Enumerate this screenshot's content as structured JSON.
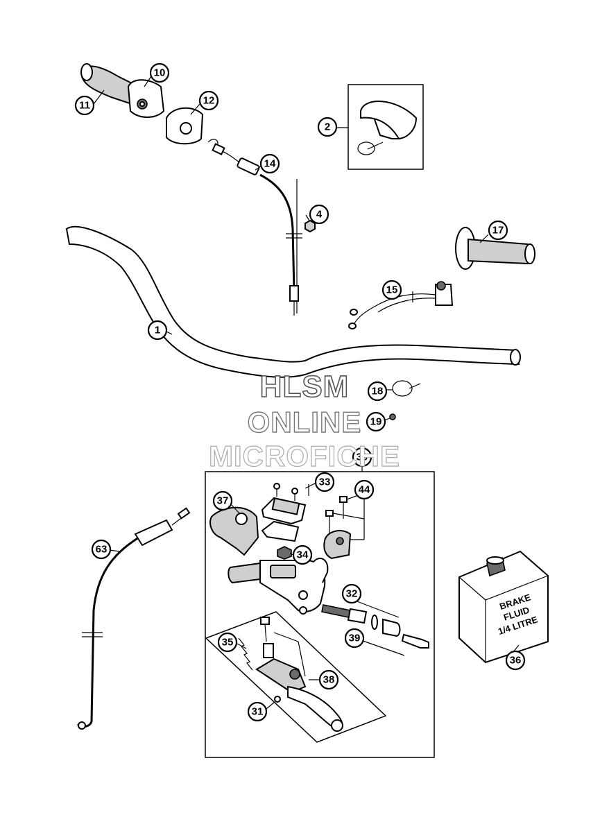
{
  "watermark": {
    "line1": "HLSM",
    "line2": "ONLINE",
    "line3": "MICROFICHE"
  },
  "container_label": {
    "line1": "BRAKE",
    "line2": "FLUID",
    "line3": "1/4 LITRE"
  },
  "callouts": [
    {
      "id": "c1",
      "label": "1"
    },
    {
      "id": "c2",
      "label": "2"
    },
    {
      "id": "c4",
      "label": "4"
    },
    {
      "id": "c10",
      "label": "10"
    },
    {
      "id": "c11",
      "label": "11"
    },
    {
      "id": "c12",
      "label": "12"
    },
    {
      "id": "c14",
      "label": "14"
    },
    {
      "id": "c15",
      "label": "15"
    },
    {
      "id": "c17",
      "label": "17"
    },
    {
      "id": "c18",
      "label": "18"
    },
    {
      "id": "c19",
      "label": "19"
    },
    {
      "id": "c30",
      "label": "30"
    },
    {
      "id": "c31",
      "label": "31"
    },
    {
      "id": "c32",
      "label": "32"
    },
    {
      "id": "c33",
      "label": "33"
    },
    {
      "id": "c34",
      "label": "34"
    },
    {
      "id": "c35",
      "label": "35"
    },
    {
      "id": "c36",
      "label": "36"
    },
    {
      "id": "c37",
      "label": "37"
    },
    {
      "id": "c38",
      "label": "38"
    },
    {
      "id": "c39",
      "label": "39"
    },
    {
      "id": "c44",
      "label": "44"
    },
    {
      "id": "c63",
      "label": "63"
    }
  ]
}
